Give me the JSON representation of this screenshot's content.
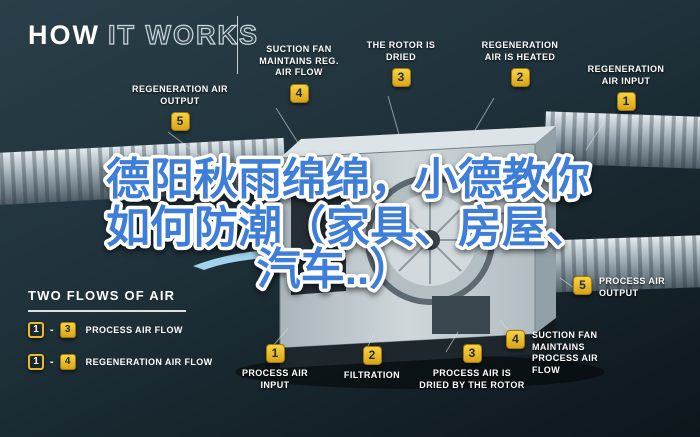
{
  "title": {
    "part1": "HOW",
    "part2": "IT WORKS"
  },
  "overlay": {
    "line1": "德阳秋雨绵绵，小德教你",
    "line2": "如何防潮（家具、房屋、",
    "line3": "汽车..）"
  },
  "callouts": [
    {
      "num": "5",
      "text": "REGENERATION AIR OUTPUT"
    },
    {
      "num": "4",
      "text": "SUCTION FAN MAINTAINS REG. AIR FLOW"
    },
    {
      "num": "3",
      "text": "THE ROTOR IS DRIED"
    },
    {
      "num": "2",
      "text": "REGENERATION AIR IS HEATED"
    },
    {
      "num": "1",
      "text": "REGENERATION AIR INPUT"
    },
    {
      "num": "5",
      "text": "PROCESS AIR OUTPUT"
    },
    {
      "num": "4",
      "text": "SUCTION FAN MAINTAINS PROCESS AIR FLOW"
    },
    {
      "num": "3",
      "text": "PROCESS AIR IS DRIED BY THE ROTOR"
    },
    {
      "num": "2",
      "text": "FILTRATION"
    },
    {
      "num": "1",
      "text": "PROCESS AIR INPUT"
    }
  ],
  "legend": {
    "heading": "TWO FLOWS OF AIR",
    "rows": [
      {
        "from": "1",
        "dash": "-",
        "to": "3",
        "label": "PROCESS AIR FLOW"
      },
      {
        "from": "1",
        "dash": "-",
        "to": "4",
        "label": "REGENERATION AIR FLOW"
      }
    ]
  },
  "colors": {
    "badge_gold": "#e9b51d",
    "overlay_blue": "#3e7ed8",
    "background_dark": "#1b2c34"
  }
}
